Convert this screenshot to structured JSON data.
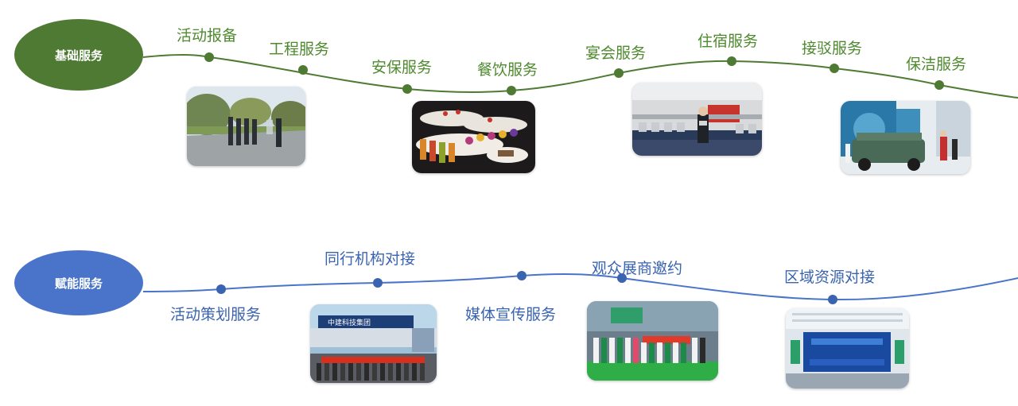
{
  "rows": [
    {
      "title": "基础服务",
      "color": "#4e7a33",
      "items": [
        "活动报备",
        "工程服务",
        "安保服务",
        "餐饮服务",
        "宴会服务",
        "住宿服务",
        "接驳服务",
        "保洁服务"
      ]
    },
    {
      "title": "赋能服务",
      "color": "#4a74c9",
      "items": [
        "活动策划服务",
        "同行机构对接",
        "媒体宣传服务",
        "观众展商邀约",
        "区域资源对接"
      ]
    }
  ],
  "photo_captions": {
    "media_banner": "中建科技集团"
  }
}
